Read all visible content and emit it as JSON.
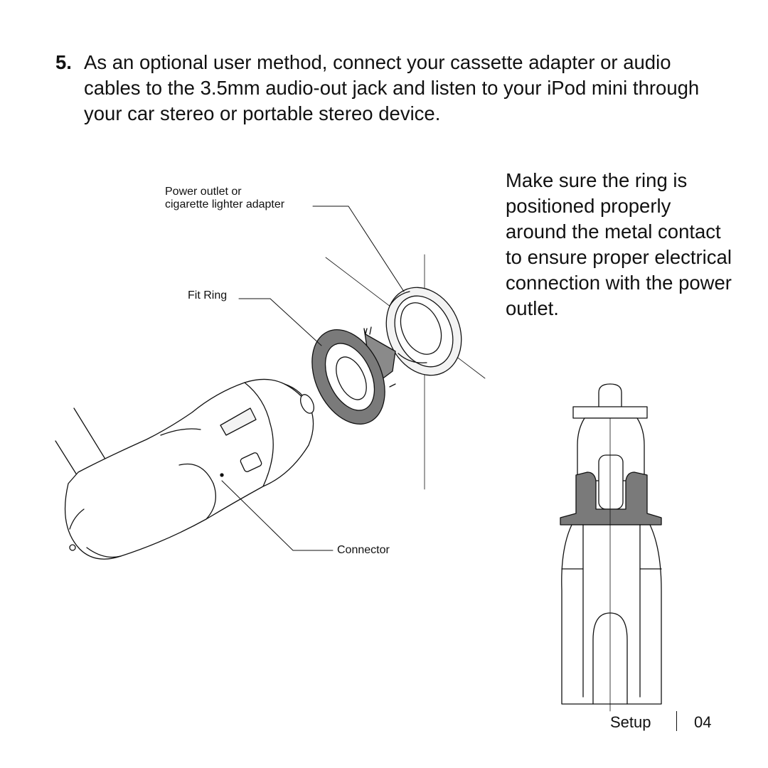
{
  "step": {
    "number": "5.",
    "text": "As an optional user method, connect your cassette adapter or audio cables to the 3.5mm audio-out jack and listen to your iPod mini through your car stereo or portable stereo device."
  },
  "side_note": "Make sure the ring is positioned properly around the metal contact to ensure proper electrical connection with the power outlet.",
  "callouts": {
    "power_outlet_line1": "Power outlet or",
    "power_outlet_line2": "cigarette lighter adapter",
    "fit_ring": "Fit Ring",
    "connector": "Connector"
  },
  "footer": {
    "section": "Setup",
    "page": "04"
  },
  "colors": {
    "ink": "#111111",
    "ring_gray": "#7a7a7a",
    "fill_light": "#f3f3f3"
  }
}
